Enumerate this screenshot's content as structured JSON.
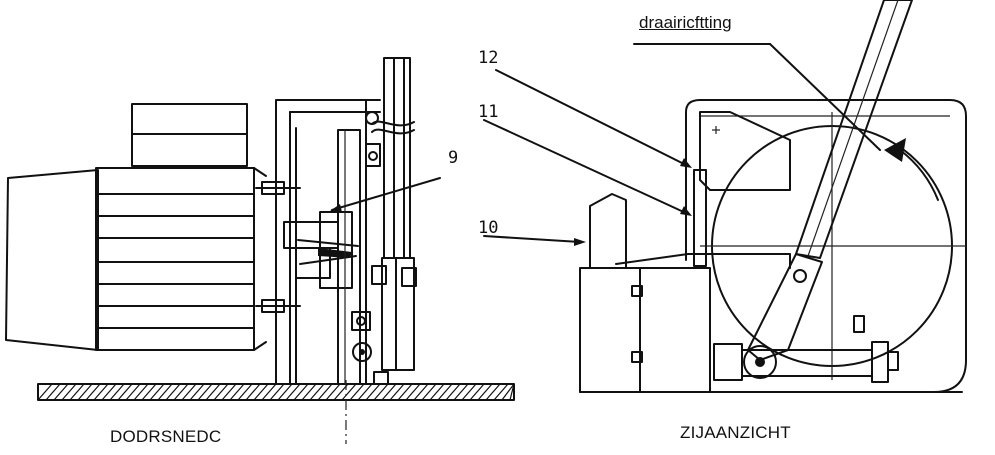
{
  "labels": {
    "direction": "draairicftting",
    "front_view": "DODRSNEDC",
    "side_view": "ZIJAANZICHT"
  },
  "callouts": [
    "12",
    "11",
    "10",
    "9"
  ],
  "colors": {
    "ink": "#111111",
    "paper": "#ffffff"
  }
}
